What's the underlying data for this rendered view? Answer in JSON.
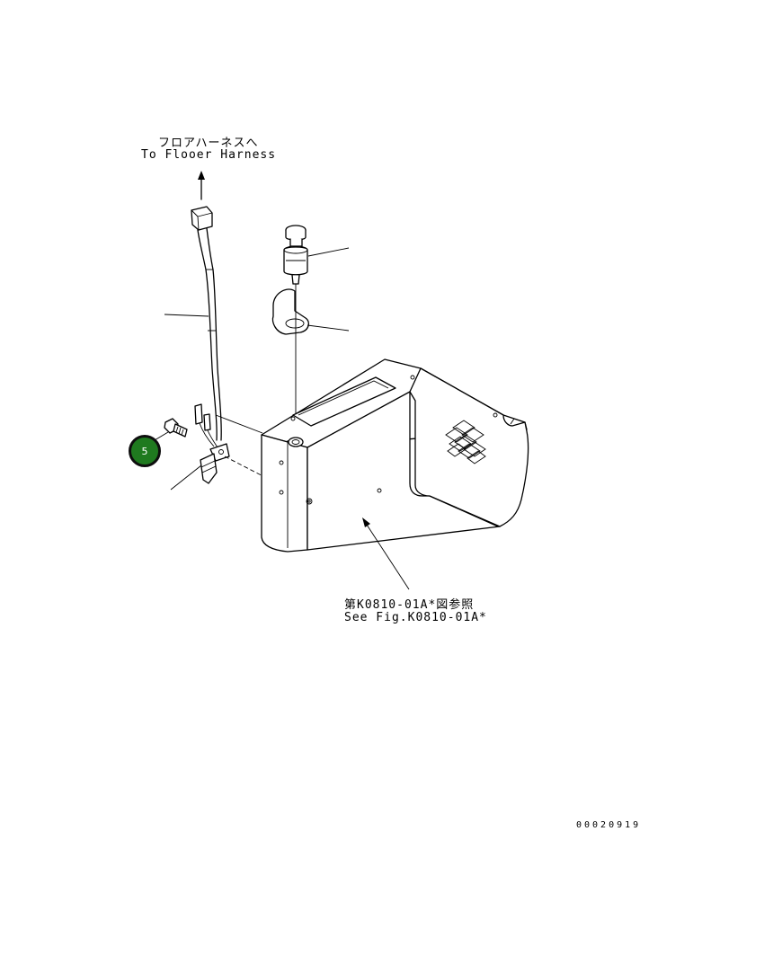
{
  "labels": {
    "floor_harness_jp": "フロアハーネスへ",
    "floor_harness_en": "To Flooer Harness",
    "reference_jp": "第K0810-01A*図参照",
    "reference_en": "See Fig.K0810-01A*"
  },
  "callouts": [
    {
      "number": "5",
      "color": "#1f7a1f"
    }
  ],
  "drawing_id": "00020919"
}
